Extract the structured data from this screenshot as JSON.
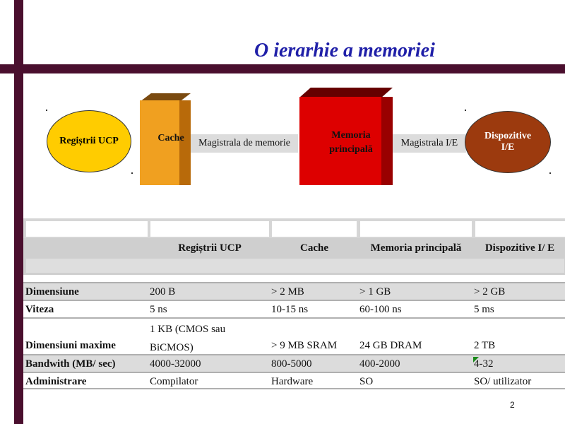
{
  "title": "O ierarhie a memoriei",
  "diagram": {
    "registers": "Regiștrii UCP",
    "cache": "Cache",
    "bus_memory": "Magistrala de memorie",
    "main_memory_line1": "Memoria",
    "main_memory_line2": "principală",
    "bus_io": "Magistrala I/E",
    "io_devices_line1": "Dispozitive",
    "io_devices_line2": "I/E",
    "colors": {
      "registers": "#ffcc00",
      "cache": "#f0a020",
      "main_memory": "#dd0000",
      "io_devices": "#9c3a0e",
      "frame": "#4a0f2e",
      "title": "#1f1fa8"
    }
  },
  "table": {
    "headers": [
      "",
      "Regiștrii UCP",
      "Cache",
      "Memoria principală",
      "Dispozitive I/ E"
    ],
    "rows": [
      {
        "label": "Dimensiune",
        "values": [
          "200 B",
          "> 2 MB",
          "> 1 GB",
          "> 2 GB"
        ]
      },
      {
        "label": "Viteza",
        "values": [
          "5 ns",
          "10-15 ns",
          "60-100 ns",
          "5 ms"
        ]
      },
      {
        "label": "Dimensiuni maxime",
        "values_line1": "1 KB (CMOS sau",
        "values_line2": "BiCMOS)",
        "values": [
          "> 9 MB SRAM",
          "24 GB DRAM",
          " 2 TB"
        ]
      },
      {
        "label": "Bandwith (MB/ sec)",
        "values": [
          "4000-32000",
          "800-5000",
          "400-2000",
          "4-32"
        ]
      },
      {
        "label": "Administrare",
        "values": [
          "Compilator",
          "Hardware",
          "SO",
          "SO/ utilizator"
        ]
      }
    ]
  },
  "page_number": "2"
}
